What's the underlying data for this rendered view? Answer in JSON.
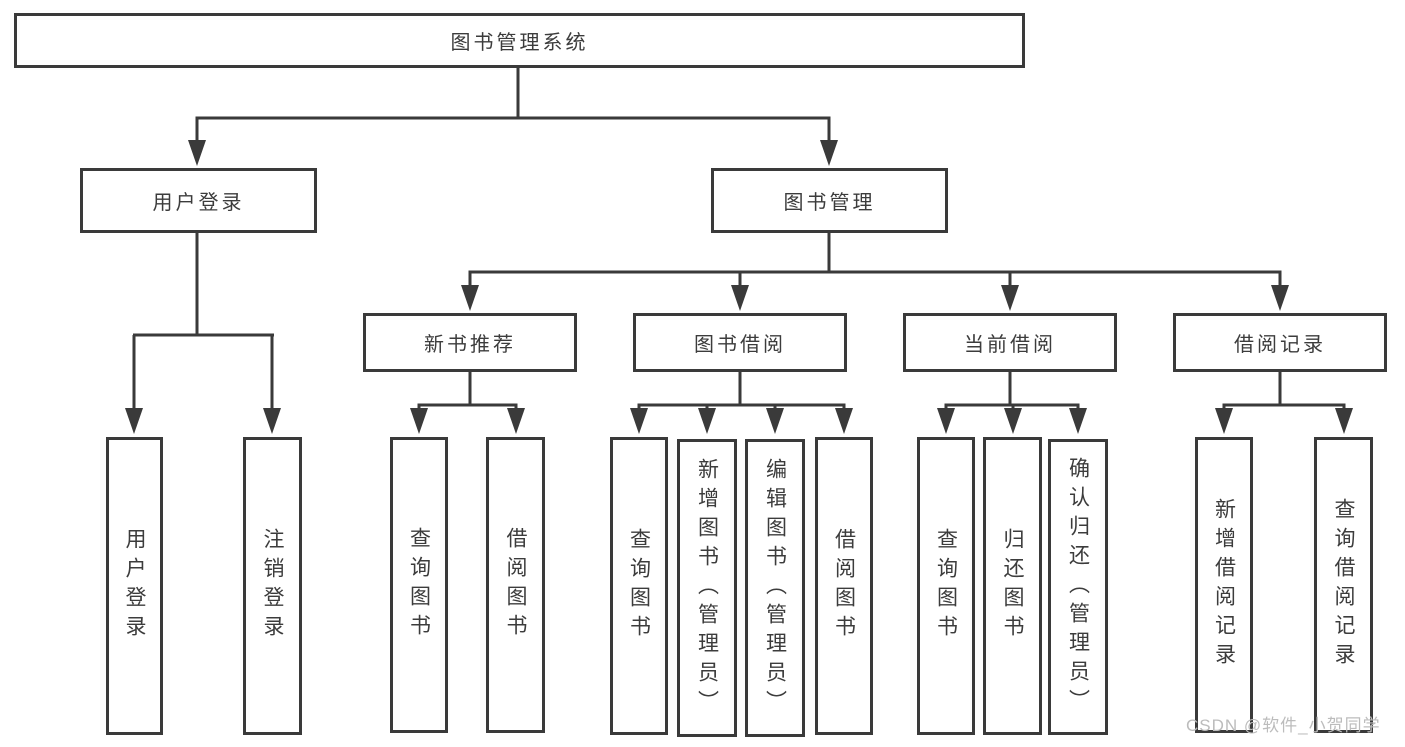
{
  "diagram_type": "hierarchy-tree",
  "tree": {
    "root": {
      "label": "图书管理系统",
      "children": [
        {
          "label": "用户登录",
          "children": [
            {
              "label": "用户登录"
            },
            {
              "label": "注销登录"
            }
          ]
        },
        {
          "label": "图书管理",
          "children": [
            {
              "label": "新书推荐",
              "children": [
                {
                  "label": "查询图书"
                },
                {
                  "label": "借阅图书"
                }
              ]
            },
            {
              "label": "图书借阅",
              "children": [
                {
                  "label": "查询图书"
                },
                {
                  "label": "新增图书（管理员）"
                },
                {
                  "label": "编辑图书（管理员）"
                },
                {
                  "label": "借阅图书"
                }
              ]
            },
            {
              "label": "当前借阅",
              "children": [
                {
                  "label": "查询图书"
                },
                {
                  "label": "归还图书"
                },
                {
                  "label": "确认归还（管理员）"
                }
              ]
            },
            {
              "label": "借阅记录",
              "children": [
                {
                  "label": "新增借阅记录"
                },
                {
                  "label": "查询借阅记录"
                }
              ]
            }
          ]
        }
      ]
    }
  },
  "colors": {
    "line": "#3a3a3a",
    "text": "#3c3c3c",
    "box_background": "#ffffff",
    "watermark": "#bcbcbc"
  },
  "watermark": {
    "text": "CSDN @软件_小贺同学"
  }
}
